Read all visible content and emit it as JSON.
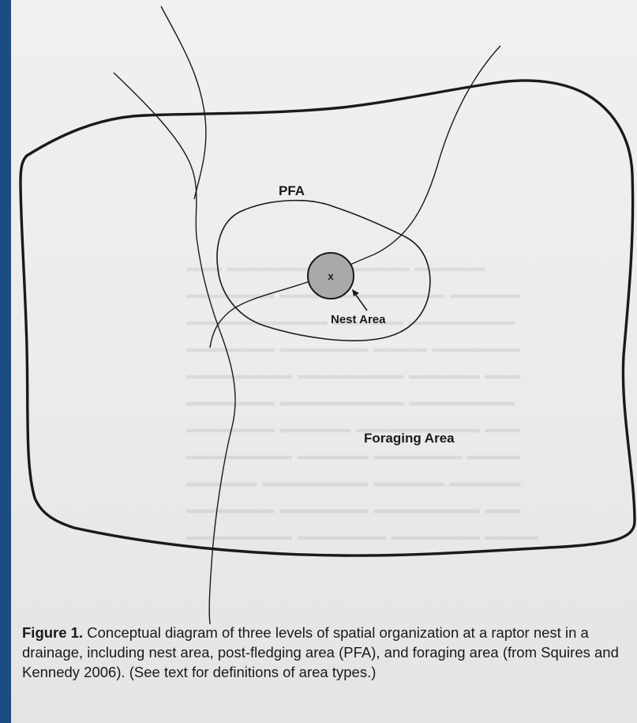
{
  "labels": {
    "pfa": "PFA",
    "nest_area": "Nest Area",
    "nest_marker": "x",
    "foraging_area": "Foraging Area"
  },
  "caption": {
    "figure_label": "Figure 1.",
    "text": "Conceptual diagram of three levels of spatial organization at a raptor nest in a drainage, including nest area, post-fledging area (PFA), and foraging area (from Squires and Kennedy 2006). (See text for definitions of area types.)"
  },
  "colors": {
    "frame": "#1d4c82",
    "page": "#efeeec",
    "ink": "#1a1a1a",
    "nest_fill": "#a9a9a9"
  }
}
